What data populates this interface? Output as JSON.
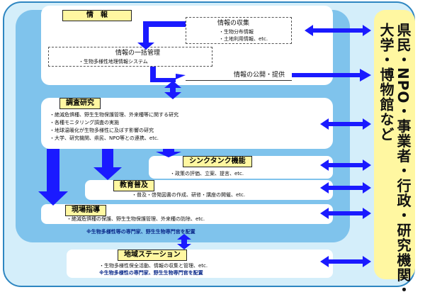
{
  "info": {
    "title": "情　報",
    "collection": {
      "title": "情報の収集",
      "items": [
        "・生物分布情報",
        "・土地利用情報、etc."
      ]
    },
    "management": {
      "title": "情報の一括管理",
      "items": [
        "・生物多様性地理情報システム"
      ]
    },
    "publication": {
      "title": "情報の公開・提供"
    }
  },
  "research": {
    "title": "調査研究",
    "items": [
      "・絶滅危惧種、野生生物保護管理、外来種等に関する研究",
      "・各種モニタリング調査の実施",
      "・地球温暖化が生物多様性に及ぼす影響の研究",
      "・大学、研究機関、県民、NPO等との連携、etc."
    ]
  },
  "thinktank": {
    "title": "シンクタンク機能",
    "items": [
      "・政策の評価、立案、提言、etc."
    ]
  },
  "education": {
    "title": "教育普及",
    "items": [
      "・普及・啓発図書の作成、研修・講座の開催、etc."
    ]
  },
  "field": {
    "title": "現場指導",
    "items": [
      "・絶滅危惧種の保護、野生生物保護管理、外来種の防除、etc."
    ],
    "note": "※生物多様性等の専門家、野生生物専門官を配置"
  },
  "station": {
    "title": "地域ステーション",
    "items": [
      "・生物多様性保全活動、情報の収集と管理、etc."
    ],
    "note": "※生物多様性の専門家、野生生物専門官を配置"
  },
  "stakeholders": {
    "col1": "県民・NPO・事業者・行政・研究機関・",
    "col2": "大学・博物館など"
  },
  "colors": {
    "arrow": "#1a1aff",
    "frame": "#2e86c1",
    "inner": "#7fc3ec",
    "outer": "#d4eefa",
    "label": "#fff7a1"
  }
}
